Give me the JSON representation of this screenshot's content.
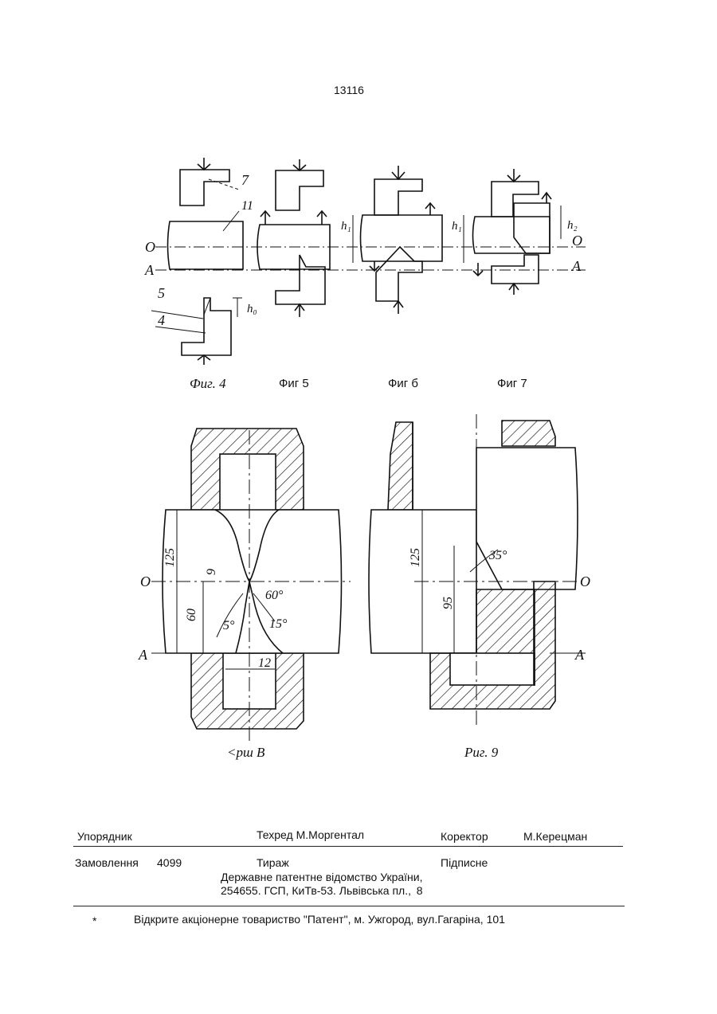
{
  "page_number": "13116",
  "figures_top": {
    "labels": {
      "ref7": "7",
      "ref11": "11",
      "ref5": "5",
      "ref4": "4",
      "h1": "h₁",
      "h1b": "h₁",
      "h2": "h₂",
      "h0": "h₀",
      "O_left": "O",
      "A_left": "A",
      "O_right": "O",
      "A_right": "A"
    },
    "captions": [
      "Фиг. 4",
      "Фиг 5",
      "Фиг б",
      "Фиг 7"
    ]
  },
  "figures_bottom": {
    "fig8": {
      "dims": [
        "125",
        "9",
        "60",
        "60°",
        "5°",
        "15°",
        "12"
      ],
      "O": "O",
      "A": "A",
      "caption": "<рш В"
    },
    "fig9": {
      "dims": [
        "125",
        "95",
        "35°"
      ],
      "O": "O",
      "A": "A",
      "caption": "Риг. 9"
    }
  },
  "imprint": {
    "compiler_label": "Упорядник",
    "techred": "Техред М.Моргентал",
    "corrector_label": "Коректор",
    "corrector_name": "М.Керецман",
    "order_label": "Замовлення",
    "order_no": "4099",
    "circulation_label": "Тираж",
    "signed_label": "Підписне",
    "office_line1": "Державне патентне відомство України,",
    "office_line2": "254655. ГСП, КиТв-53. Львівська пл.,  8",
    "star": "*",
    "printer": "Відкрите акціонерне товариство \"Патент\", м. Ужгород, вул.Гагаріна, 101"
  }
}
